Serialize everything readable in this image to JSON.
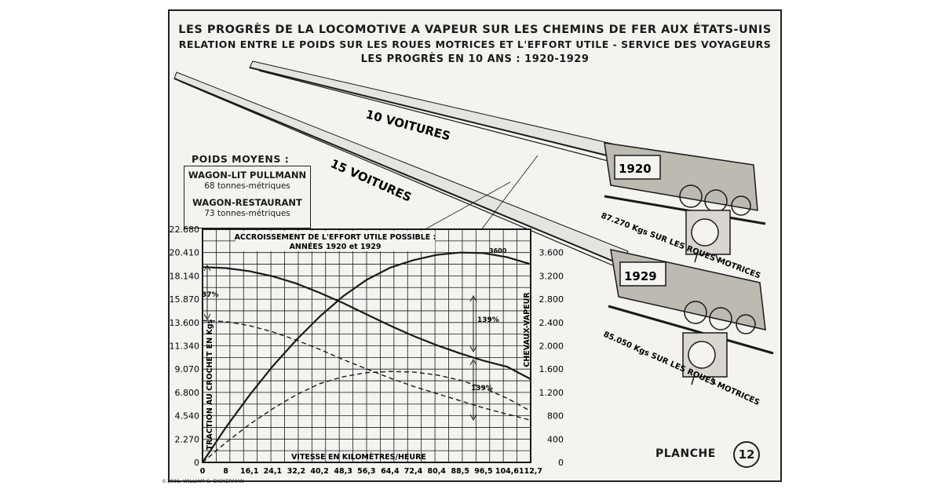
{
  "poster": {
    "title_line1": "LES PROGRÈS DE LA LOCOMOTIVE A VAPEUR SUR LES CHEMINS DE FER AUX ÉTATS-UNIS",
    "title_line2": "RELATION ENTRE LE POIDS SUR LES ROUES MOTRICES ET L'EFFORT UTILE - SERVICE DES VOYAGEURS",
    "title_line3": "LES PROGRÈS EN 10 ANS : 1920-1929",
    "train_top_label": "10 VOITURES",
    "train_bottom_label": "15 VOITURES",
    "loco_1920_year": "1920",
    "loco_1929_year": "1929",
    "weight_1920": "87.270 Kgs SUR LES ROUES MOTRICES",
    "weight_1929": "85.050 Kgs SUR LES ROUES MOTRICES",
    "poids_title": "POIDS MOYENS :",
    "wagon_lit_name": "WAGON-LIT PULLMANN",
    "wagon_lit_weight": "68 tonnes-métriques",
    "wagon_rest_name": "WAGON-RESTAURANT",
    "wagon_rest_weight": "73 tonnes-métriques",
    "planche_label": "PLANCHE",
    "planche_number": "12",
    "copyright": "©1931, WILLIAM C. DICKERMAN"
  },
  "chart_data": {
    "type": "line",
    "title": "ACCROISSEMENT DE L'EFFORT UTILE POSSIBLE :",
    "subtitle": "ANNÉES 1920 et 1929",
    "xlabel": "VITESSE EN KILOMÈTRES/HEURE",
    "ylabel": "TRACTION AU CROCHET EN Kgs",
    "y2label": "CHEVAUX-VAPEUR",
    "x_tick_labels": [
      "0",
      "8",
      "16,1",
      "24,1",
      "32,2",
      "40,2",
      "48,3",
      "56,3",
      "64,4",
      "72,4",
      "80,4",
      "88,5",
      "96,5",
      "104,6",
      "112,7"
    ],
    "y_tick_labels": [
      "0",
      "2.270",
      "4.540",
      "6.800",
      "9.070",
      "11.340",
      "13.600",
      "15.870",
      "18.140",
      "20.410",
      "22.680"
    ],
    "y2_tick_labels": [
      "0",
      "400",
      "800",
      "1.200",
      "1.600",
      "2.000",
      "2.400",
      "2.800",
      "3.200",
      "3.600"
    ],
    "ylim": [
      0,
      22680
    ],
    "y2lim": [
      0,
      4000
    ],
    "xlim": [
      0,
      112.7
    ],
    "annotations": {
      "pct_37": "37%",
      "pct_139_top": "139%",
      "pct_139_bottom": "139%",
      "peak_label": "3600"
    },
    "series": [
      {
        "axis": "y2",
        "style": "solid",
        "x": [
          0,
          8,
          16.1,
          24.1,
          32.2,
          40.2,
          48.3,
          56.3,
          64.4,
          72.4,
          80.4,
          88.5,
          96.5,
          104.6,
          112.7
        ],
        "values": [
          0,
          600,
          1150,
          1650,
          2100,
          2500,
          2850,
          3130,
          3340,
          3470,
          3560,
          3600,
          3590,
          3520,
          3400
        ]
      },
      {
        "axis": "y",
        "style": "solid",
        "x": [
          0,
          8,
          16.1,
          24.1,
          32.2,
          40.2,
          48.3,
          56.3,
          64.4,
          72.4,
          80.4,
          88.5,
          96.5,
          104.6,
          112.7
        ],
        "values": [
          19000,
          18900,
          18600,
          18100,
          17400,
          16500,
          15500,
          14400,
          13300,
          12300,
          11400,
          10600,
          9900,
          9300,
          8100
        ]
      },
      {
        "axis": "y",
        "style": "dashed",
        "x": [
          0,
          8,
          16.1,
          24.1,
          32.2,
          40.2,
          48.3,
          56.3,
          64.4,
          72.4,
          80.4,
          88.5,
          96.5,
          104.6,
          112.7
        ],
        "values": [
          13800,
          13700,
          13300,
          12700,
          11900,
          11000,
          10000,
          9100,
          8200,
          7400,
          6700,
          6000,
          5300,
          4700,
          4100
        ]
      },
      {
        "axis": "y2",
        "style": "dashed",
        "x": [
          0,
          8,
          16.1,
          24.1,
          32.2,
          40.2,
          48.3,
          56.3,
          64.4,
          72.4,
          80.4,
          88.5,
          96.5,
          104.6,
          112.7
        ],
        "values": [
          0,
          340,
          650,
          920,
          1160,
          1350,
          1470,
          1540,
          1560,
          1550,
          1500,
          1410,
          1280,
          1100,
          880
        ]
      }
    ]
  }
}
